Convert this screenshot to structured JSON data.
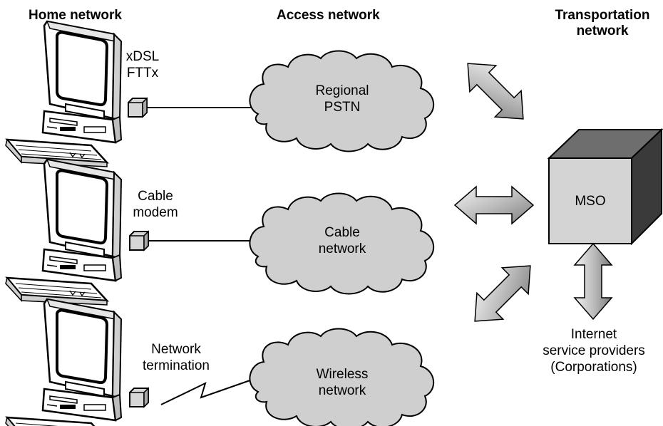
{
  "headers": {
    "home": "Home network",
    "access": "Access network",
    "transport_line1": "Transportation",
    "transport_line2": "network"
  },
  "home_links": [
    {
      "line1": "xDSL",
      "line2": "FTTx"
    },
    {
      "line1": "Cable",
      "line2": "modem"
    },
    {
      "line1": "Network",
      "line2": "termination"
    }
  ],
  "clouds": [
    {
      "line1": "Regional",
      "line2": "PSTN"
    },
    {
      "line1": "Cable",
      "line2": "network"
    },
    {
      "line1": "Wireless",
      "line2": "network"
    }
  ],
  "mso": {
    "label": "MSO"
  },
  "isp": {
    "line1": "Internet",
    "line2": "service providers",
    "line3": "(Corporations)"
  },
  "colors": {
    "cloud_fill": "#cfcfcf",
    "cube_front": "#d4d4d4",
    "cube_top": "#6e6e6e",
    "cube_side": "#3a3a3a",
    "arrow_light": "#f2f2f2",
    "arrow_dark": "#8a8a8a",
    "line": "#000000"
  }
}
